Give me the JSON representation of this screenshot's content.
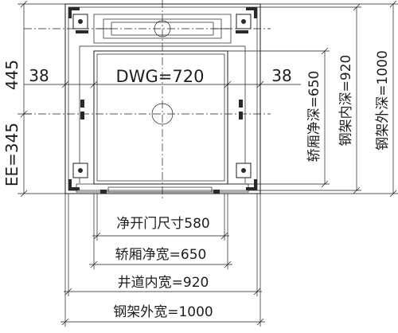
{
  "labels": {
    "dwg": "DWG=720",
    "offset_left": "38",
    "offset_right": "38",
    "dim_445": "445",
    "ee": "EE=345",
    "car_net_depth": "轿厢净深=650",
    "hoistway_depth": "钢架内深=920",
    "frame_outer_depth": "钢架外深=1000",
    "door_opening": "净开门尺寸580",
    "car_net_width": "轿厢净宽=650",
    "hoistway_width": "井道内宽=920",
    "frame_outer_width": "钢架外宽=1000"
  },
  "colors": {
    "line": "#1e1e1e",
    "fill_dark": "#2a2a2a",
    "background": "#ffffff"
  }
}
